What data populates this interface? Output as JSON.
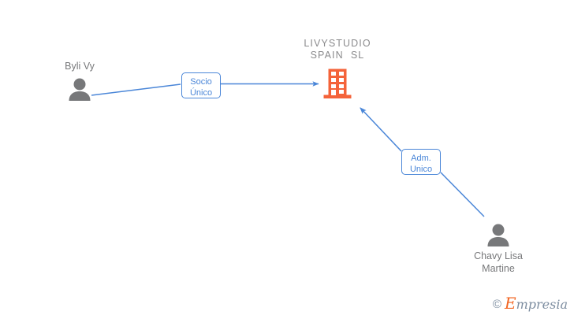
{
  "diagram": {
    "type": "corporate-relationship-graph",
    "colors": {
      "company_icon": "#F4633A",
      "person_icon": "#77787A",
      "edge": "#4A86D8",
      "label_text": "#4A86D8",
      "node_text": "#8A8A8C",
      "background": "#FFFFFF"
    },
    "company": {
      "name_line1": "LIVYSTUDIO",
      "name_line2": "SPAIN  SL",
      "icon": "building-icon"
    },
    "persons": [
      {
        "id": "byli-vy",
        "name": "Byli Vy",
        "icon": "person-icon",
        "label_position": "above"
      },
      {
        "id": "chavy-lisa-martine",
        "name": "Chavy Lisa\nMartine",
        "icon": "person-icon",
        "label_position": "below"
      }
    ],
    "relations": [
      {
        "id": "socio-unico",
        "label": "Socio\nÚnico",
        "from": "byli-vy",
        "to": "company",
        "arrow": "to-company"
      },
      {
        "id": "adm-unico",
        "label": "Adm.\nUnico",
        "from": "chavy-lisa-martine",
        "to": "company",
        "arrow": "to-company"
      }
    ],
    "watermark": {
      "copyright": "©",
      "brand_cap": "E",
      "brand_rest": "mpresia"
    }
  }
}
